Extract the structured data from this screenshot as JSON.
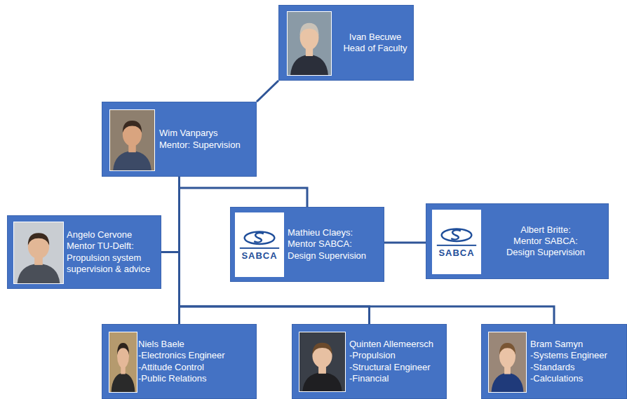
{
  "diagram": {
    "nodes": [
      {
        "text": [
          "Ivan Becuwe",
          "Head of Faculty"
        ]
      },
      {
        "text": [
          "Wim Vanparys",
          "Mentor: Supervision"
        ]
      },
      {
        "text": [
          "Angelo Cervone",
          "Mentor TU-Delft: Propulsion system supervision & advice"
        ]
      },
      {
        "text": [
          "Mathieu Claeys:",
          "Mentor SABCA:",
          "Design Supervision"
        ]
      },
      {
        "text": [
          "Albert Britte:",
          "Mentor SABCA:",
          "Design Supervision"
        ]
      },
      {
        "text": [
          "Niels Baele",
          "-Electronics Engineer",
          "-Attitude Control",
          "-Public Relations"
        ]
      },
      {
        "text": [
          "Quinten Allemeersch",
          "-Propulsion",
          "-Structural Engineer",
          "-Financial"
        ]
      },
      {
        "text": [
          "Bram Samyn",
          "-Systems Engineer",
          "-Standards",
          "-Calculations"
        ]
      }
    ],
    "edges": [
      {
        "from": 0,
        "to": 1,
        "arrow": "none"
      },
      {
        "from": 1,
        "to": 2,
        "arrow": "none"
      },
      {
        "from": 1,
        "to": 3,
        "arrow": "none"
      },
      {
        "from": 3,
        "to": 4,
        "arrow": "none"
      },
      {
        "from": 1,
        "to": 5,
        "arrow": "none"
      },
      {
        "from": 1,
        "to": 6,
        "arrow": "none"
      },
      {
        "from": 1,
        "to": 7,
        "arrow": "none"
      }
    ],
    "labels": [
      "SABCA",
      "SABCA"
    ]
  }
}
